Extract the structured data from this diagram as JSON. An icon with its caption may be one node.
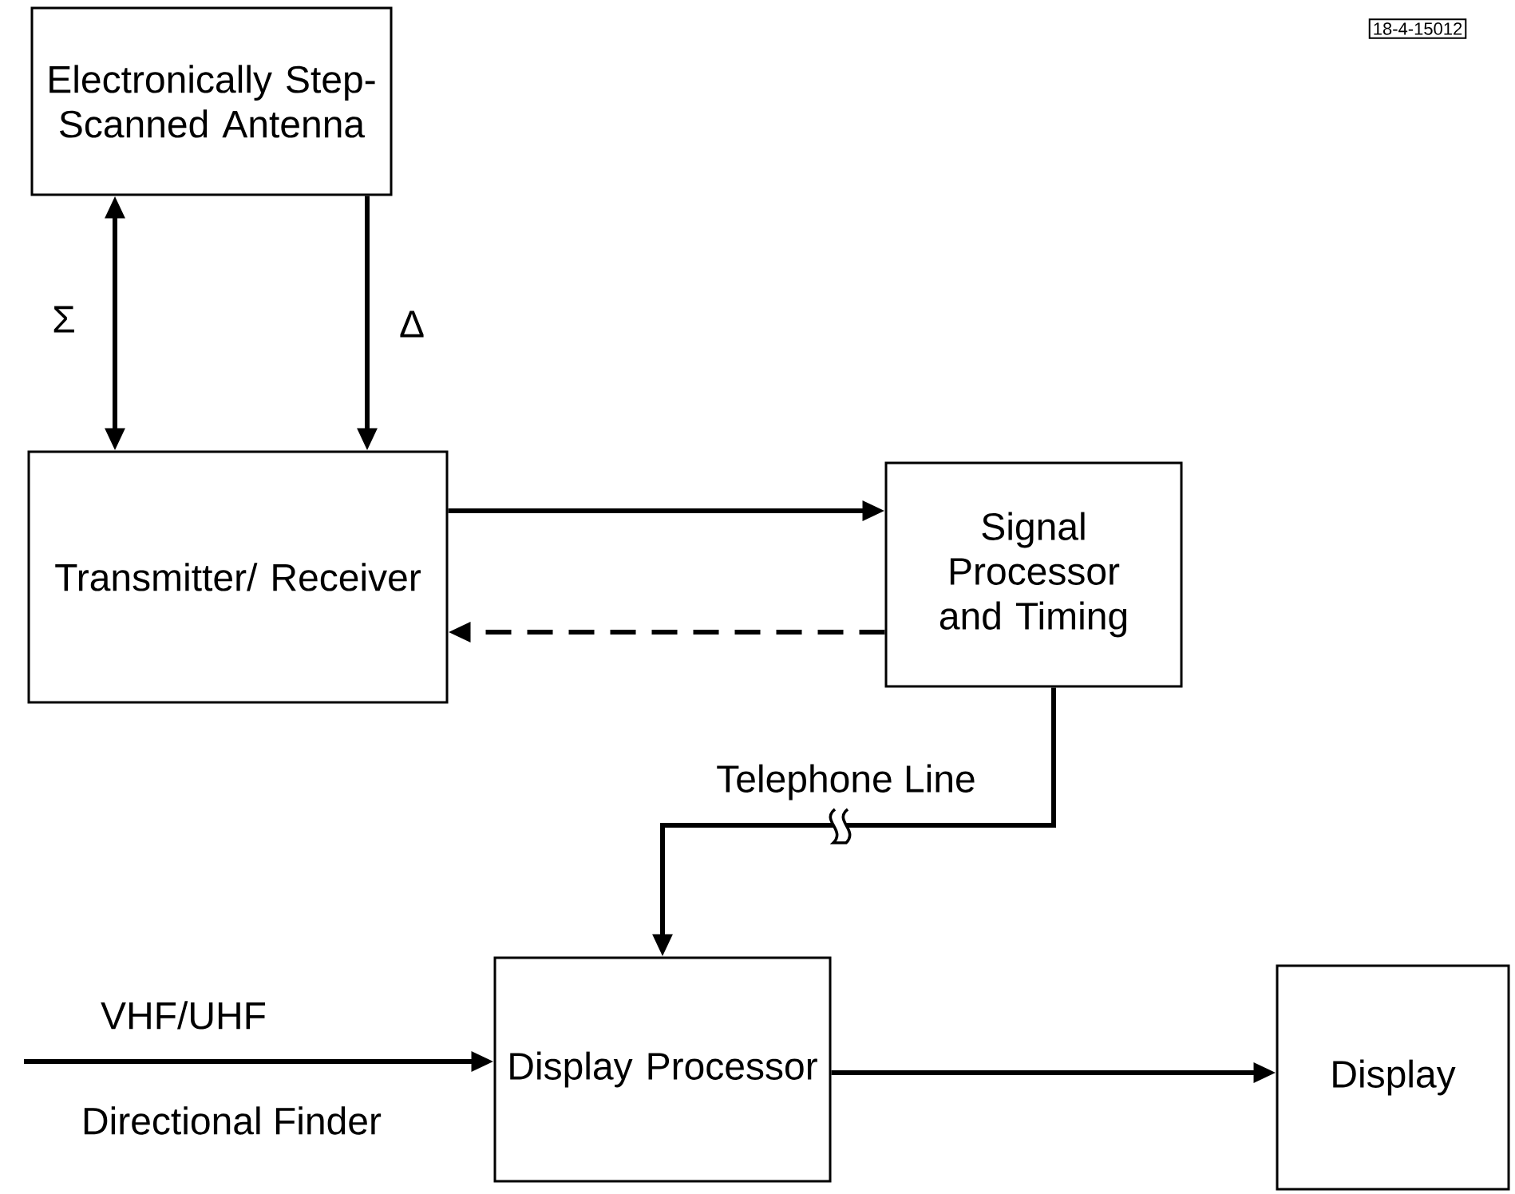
{
  "diagram": {
    "nodes": [
      {
        "text": [
          "Electronically Step-Scanned Antenna"
        ]
      },
      {
        "text": [
          "Transmitter/ Receiver"
        ]
      },
      {
        "text": [
          "Signal Processor and Timing"
        ]
      },
      {
        "text": [
          "Display Processor"
        ]
      },
      {
        "text": [
          "Display"
        ]
      }
    ],
    "edges": [
      {
        "from": 0,
        "to": 1,
        "arrow": "both",
        "label": "Σ"
      },
      {
        "from": 0,
        "to": 1,
        "arrow": "to",
        "label": "Δ"
      },
      {
        "from": 1,
        "to": 2,
        "arrow": "to"
      },
      {
        "from": 2,
        "to": 1,
        "arrow": "to",
        "style": "dashed"
      },
      {
        "from": 2,
        "to": 3,
        "arrow": "to",
        "label": "Telephone Line"
      },
      {
        "from": null,
        "to": 3,
        "arrow": "to",
        "label": "VHF/UHF"
      },
      {
        "from": 3,
        "to": 4,
        "arrow": "to"
      }
    ],
    "labels": [
      "18-4-15012",
      "Directional Finder"
    ]
  }
}
